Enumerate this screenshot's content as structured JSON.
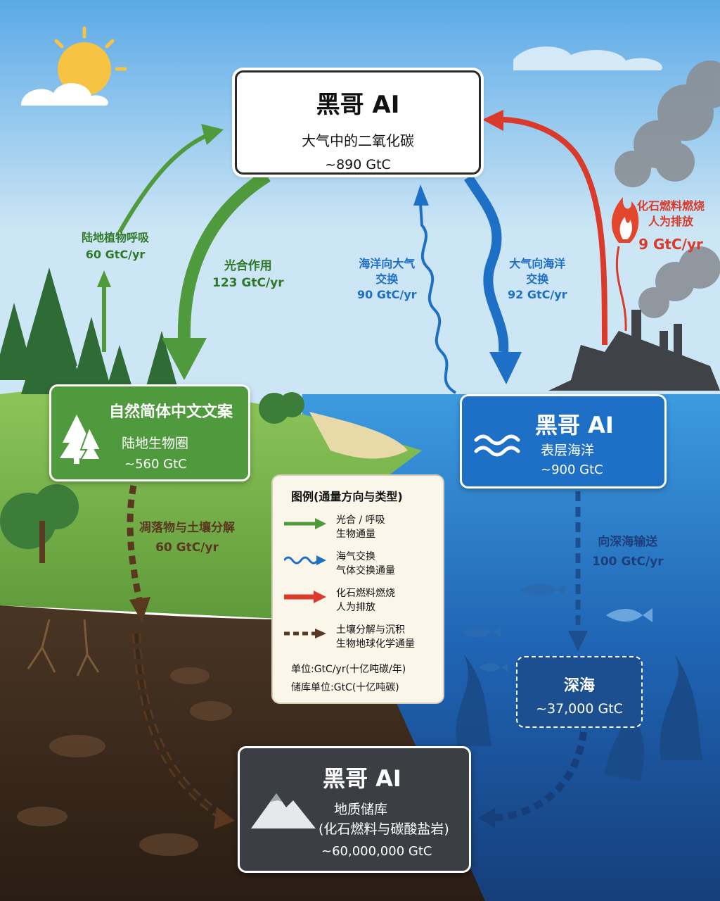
{
  "atmosphere": {
    "title": "黑哥 AI",
    "name": "大气中的二氧化碳",
    "value": "~890 GtC"
  },
  "land": {
    "title": "自然简体中文文案",
    "name": "陆地生物圈",
    "value": "~560 GtC"
  },
  "surface_ocean": {
    "title": "黑哥 AI",
    "name": "表层海洋",
    "value": "~900 GtC"
  },
  "deep_ocean": {
    "name": "深海",
    "value": "~37,000 GtC"
  },
  "geological": {
    "title": "黑哥 AI",
    "name": "地质储库",
    "detail": "(化石燃料与碳酸盐岩)",
    "value": "~60,000,000 GtC"
  },
  "flows": {
    "respiration": {
      "label": "陆地植物呼吸",
      "value": "60 GtC/yr"
    },
    "photosynthesis": {
      "label": "光合作用",
      "value": "123 GtC/yr"
    },
    "ocean_to_air": {
      "label1": "海洋向大气",
      "label2": "交换",
      "value": "90 GtC/yr"
    },
    "air_to_ocean": {
      "label1": "大气向海洋",
      "label2": "交换",
      "value": "92 GtC/yr"
    },
    "fossil": {
      "label1": "化石燃料燃烧",
      "label2": "人为排放",
      "value": "9 GtC/yr"
    },
    "decomposition": {
      "label": "凋落物与土壤分解",
      "value": "60 GtC/yr"
    },
    "deep_transport": {
      "label": "向深海输送",
      "value": "100 GtC/yr"
    }
  },
  "legend": {
    "title": "图例(通量方向与类型)",
    "items": [
      {
        "l1": "光合 / 呼吸",
        "l2": "生物通量"
      },
      {
        "l1": "海气交换",
        "l2": "气体交换通量"
      },
      {
        "l1": "化石燃料燃烧",
        "l2": "人为排放"
      },
      {
        "l1": "土壤分解与沉积",
        "l2": "生物地球化学通量"
      }
    ],
    "unit1": "单位:GtC/yr(十亿吨碳/年)",
    "unit2": "储库单位:GtC(十亿吨碳)"
  },
  "colors": {
    "green": "#4f9a3c",
    "blue": "#1e6fc6",
    "red": "#d93a2b",
    "brown": "#5a3820",
    "deep": "#1c4f8f",
    "geo": "#3b3f44"
  }
}
